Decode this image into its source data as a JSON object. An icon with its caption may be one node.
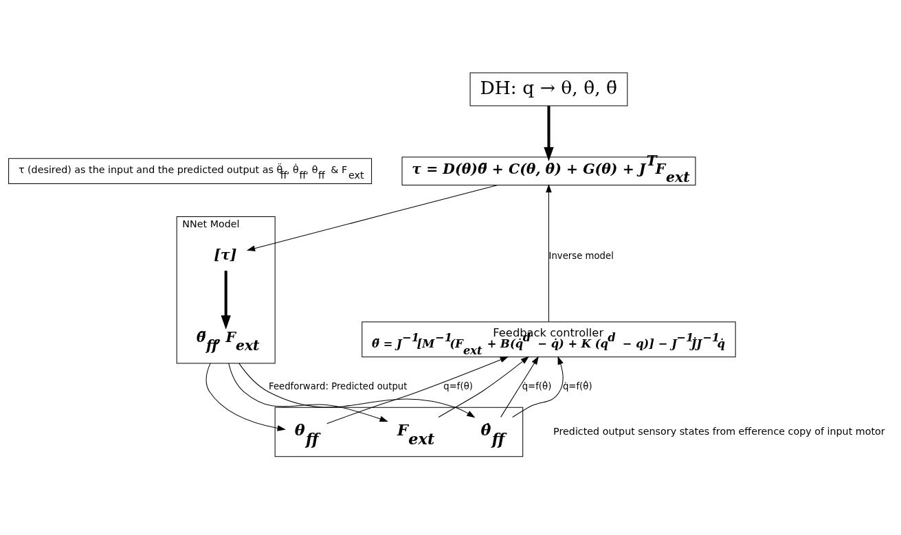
{
  "diagram": {
    "nodes": [
      {
        "text": [
          "DH: q → θ, θ̇, θ̈"
        ]
      },
      {
        "text": [
          "τ = D(θ)θ̈ + C(θ, θ̇) + G(θ) + J$^{T}$F$_{ext}$"
        ]
      },
      {
        "text": [
          "τ (desired) as the input and the predicted output as θ̈$_{ff}$, θ̇$_{ff}$, θ$_{ff}$ & F$_{ext}$"
        ]
      },
      {
        "text": [
          "Feedback controller",
          "θ̈ = J$^{−1}$[M$^{−1}$(F$_{ext}$ + B(q̇$^{d}$ − q̇) + K (q$^{d}$ − q)] − J$^{−1}$J̇J$^{−1}$q̇"
        ]
      },
      {
        "text": [
          "NNet Model"
        ]
      },
      {
        "text": [
          "θ̈$_{ff}$, F$_{ext}$"
        ],
        "in": 4
      },
      {
        "text": [
          "[τ]"
        ],
        "in": 4
      },
      {
        "text": [],
        "shape": "box"
      },
      {
        "text": [
          "θ̇$_{ff}$"
        ],
        "in": 7
      },
      {
        "text": [
          "θ$_{ff}$"
        ],
        "in": 7
      },
      {
        "text": [
          "F$_{ext}$"
        ],
        "in": 7
      }
    ],
    "edges": [
      {
        "from": 0,
        "to": 1,
        "arrow": "to",
        "style": "thick"
      },
      {
        "from": 3,
        "to": 1,
        "arrow": "to",
        "label": "Inverse model"
      },
      {
        "from": 1,
        "to": 6,
        "arrow": "to"
      },
      {
        "from": 6,
        "to": 5,
        "arrow": "to",
        "style": "thick"
      },
      {
        "from": 4,
        "to": 8,
        "arrow": "to",
        "label": "Feedforward: Predicted output"
      },
      {
        "from": 4,
        "to": 9,
        "arrow": "to"
      },
      {
        "from": 4,
        "to": 10,
        "arrow": "to"
      },
      {
        "from": 10,
        "to": 3,
        "arrow": "to"
      },
      {
        "from": 8,
        "to": 3,
        "arrow": "to",
        "label": "q̇=f(θ̇)"
      },
      {
        "from": 9,
        "to": 3,
        "arrow": "to",
        "label": "q=f(θ)"
      },
      {
        "from": 8,
        "to": 3,
        "arrow": "to",
        "label": "q̇=f(θ̇)"
      }
    ],
    "labels": [
      "Predicted output sensory states from efference copy of input motor"
    ]
  }
}
